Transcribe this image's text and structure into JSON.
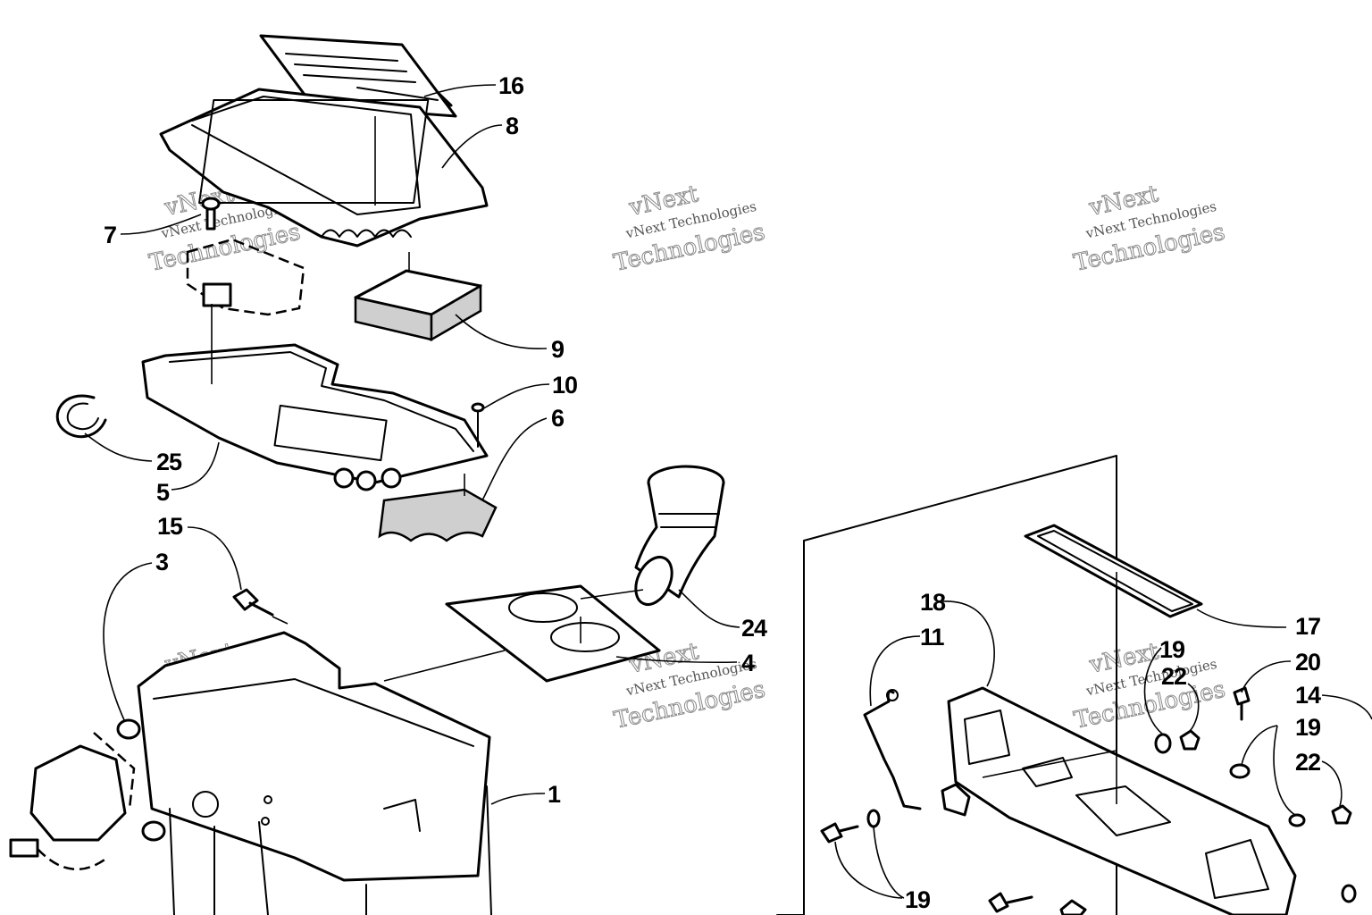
{
  "diagram": {
    "callouts": [
      {
        "id": "16",
        "label": "16"
      },
      {
        "id": "8",
        "label": "8"
      },
      {
        "id": "7",
        "label": "7"
      },
      {
        "id": "9",
        "label": "9"
      },
      {
        "id": "10",
        "label": "10"
      },
      {
        "id": "6",
        "label": "6"
      },
      {
        "id": "25",
        "label": "25"
      },
      {
        "id": "5",
        "label": "5"
      },
      {
        "id": "15",
        "label": "15"
      },
      {
        "id": "3",
        "label": "3"
      },
      {
        "id": "24",
        "label": "24"
      },
      {
        "id": "4",
        "label": "4"
      },
      {
        "id": "1",
        "label": "1"
      },
      {
        "id": "17",
        "label": "17"
      },
      {
        "id": "18",
        "label": "18"
      },
      {
        "id": "11",
        "label": "11"
      },
      {
        "id": "19a",
        "label": "19"
      },
      {
        "id": "22a",
        "label": "22"
      },
      {
        "id": "20",
        "label": "20"
      },
      {
        "id": "14",
        "label": "14"
      },
      {
        "id": "19b",
        "label": "19"
      },
      {
        "id": "22b",
        "label": "22"
      },
      {
        "id": "19c",
        "label": "19"
      }
    ],
    "watermark": {
      "line1": "vNext",
      "line2": "vNext Technologies",
      "line3": "Technologies"
    }
  }
}
